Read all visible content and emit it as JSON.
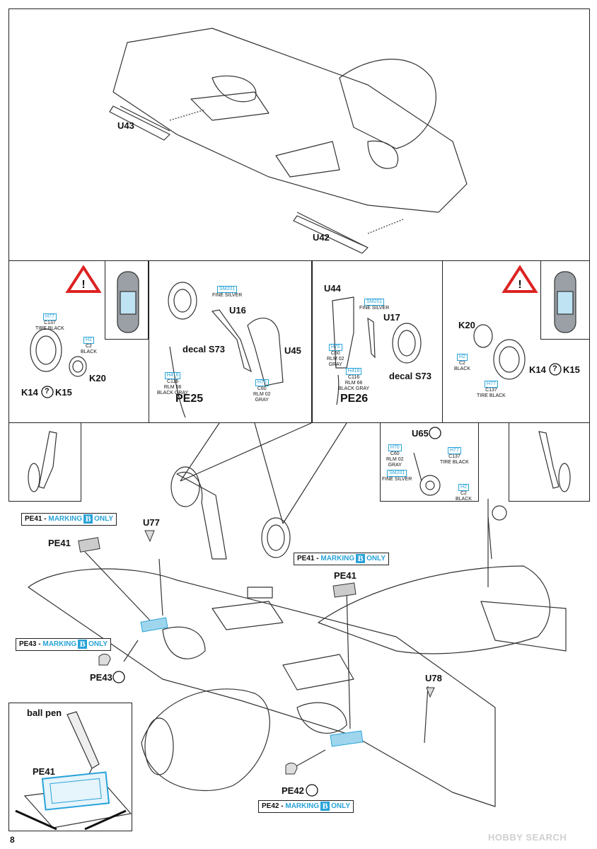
{
  "page": {
    "number": "8",
    "watermark": "HOBBY SEARCH"
  },
  "top_panel": {
    "labels": {
      "u43": "U43",
      "u42": "U42"
    }
  },
  "left_detail": {
    "paint_tire": {
      "code": "H77",
      "line1": "C137",
      "line2": "TIRE BLACK"
    },
    "paint_hub": {
      "code": "H2",
      "line1": "C2",
      "line2": "BLACK"
    },
    "k20": "K20",
    "k14": "K14",
    "k15": "K15",
    "choice": "?"
  },
  "center_left_detail": {
    "paint_silver": {
      "code": "SM201",
      "line1": "FINE SILVER"
    },
    "u16": "U16",
    "decal": "decal S73",
    "u45": "U45",
    "paint_leg": {
      "code": "H416",
      "line1": "C116",
      "line2": "RLM 66",
      "line3": "BLACK GRAY"
    },
    "paint_door": {
      "code": "H70",
      "line1": "C60",
      "line2": "RLM 02",
      "line3": "GRAY"
    },
    "pe25": "PE25"
  },
  "center_right_detail": {
    "u44": "U44",
    "paint_silver": {
      "code": "SM201",
      "line1": "FINE SILVER"
    },
    "u17": "U17",
    "paint_door": {
      "code": "H70",
      "line1": "C60",
      "line2": "RLM 02",
      "line3": "GRAY"
    },
    "paint_leg": {
      "code": "H416",
      "line1": "C116",
      "line2": "RLM 66",
      "line3": "BLACK GRAY"
    },
    "decal": "decal S73",
    "pe26": "PE26"
  },
  "right_detail": {
    "k20": "K20",
    "paint_hub": {
      "code": "H2",
      "line1": "C2",
      "line2": "BLACK"
    },
    "paint_tire": {
      "code": "H77",
      "line1": "C137",
      "line2": "TIRE BLACK"
    },
    "k14": "K14",
    "k15": "K15",
    "choice": "?"
  },
  "tail_wheel_detail": {
    "u65": "U65",
    "paint_strut": {
      "code": "H70",
      "line1": "C60",
      "line2": "RLM 02",
      "line3": "GRAY"
    },
    "paint_tire": {
      "code": "H77",
      "line1": "C137",
      "line2": "TIRE BLACK"
    },
    "paint_silver": {
      "code": "SM201",
      "line1": "FINE SILVER"
    },
    "paint_hub": {
      "code": "H2",
      "line1": "C2",
      "line2": "BLACK"
    }
  },
  "main_assembly": {
    "marking_pe41_top": {
      "prefix": "PE41 - ",
      "marking": "MARKING",
      "letter": "B",
      "suffix": "ONLY"
    },
    "pe41_a": "PE41",
    "u77": "U77",
    "marking_pe41_center": {
      "prefix": "PE41 - ",
      "marking": "MARKING",
      "letter": "B",
      "suffix": "ONLY"
    },
    "pe41_b": "PE41",
    "marking_pe43": {
      "prefix": "PE43 - ",
      "marking": "MARKING",
      "letter": "B",
      "suffix": "ONLY"
    },
    "pe43": "PE43",
    "u78": "U78",
    "pe42": "PE42",
    "marking_pe42": {
      "prefix": "PE42 - ",
      "marking": "MARKING",
      "letter": "B",
      "suffix": "ONLY"
    }
  },
  "ballpen_detail": {
    "title": "ball pen",
    "pe41": "PE41"
  }
}
